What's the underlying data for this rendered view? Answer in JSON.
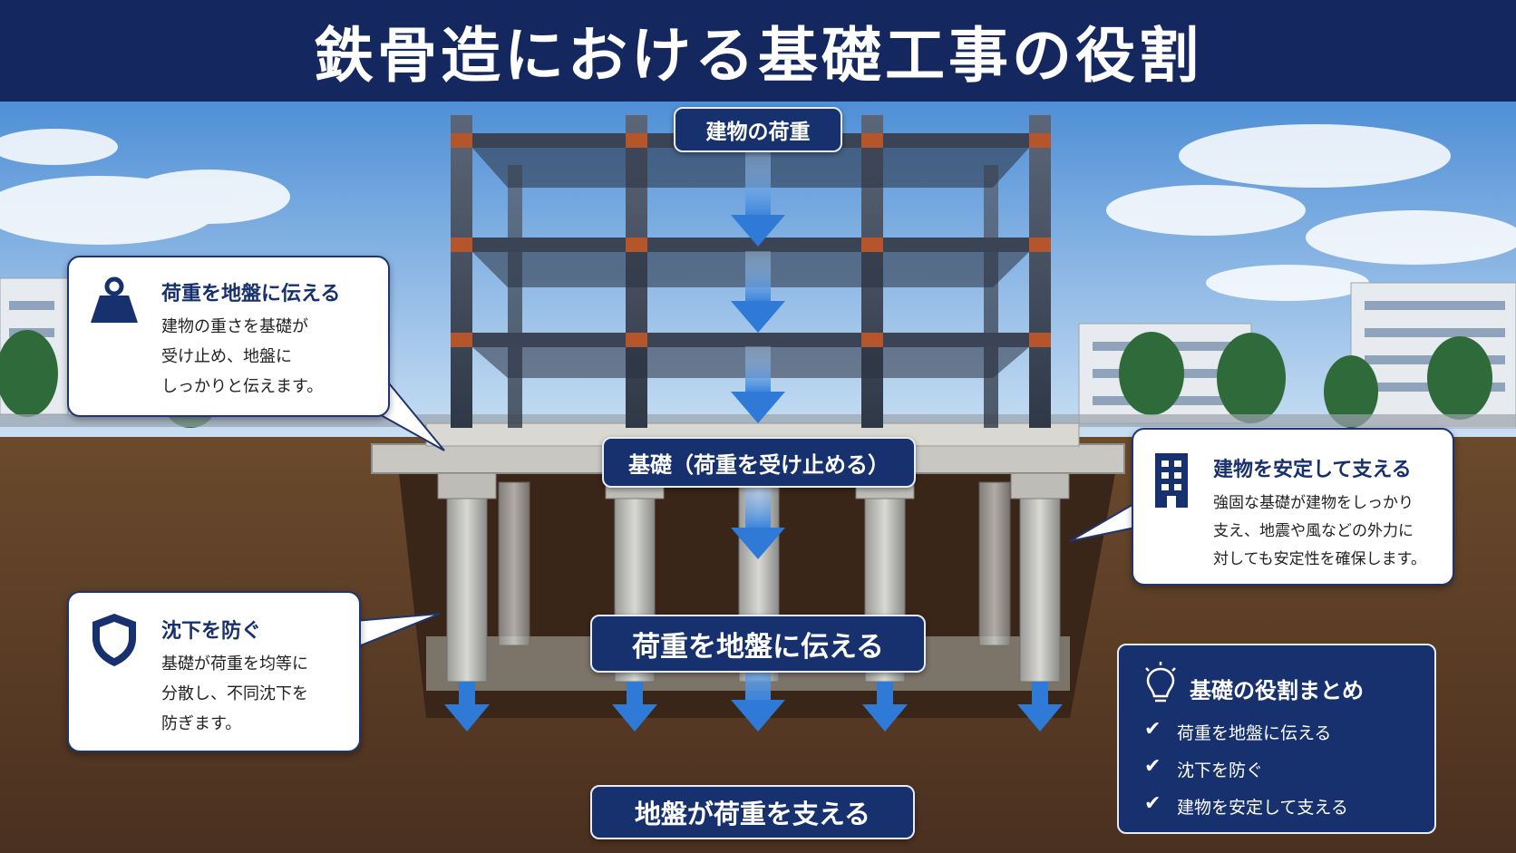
{
  "title": "鉄骨造における基礎工事の役割",
  "flow": {
    "load": "建物の荷重",
    "foundation": "基礎（荷重を受け止める）",
    "transfer": "荷重を地盤に伝える",
    "ground": "地盤が荷重を支える"
  },
  "cards": {
    "transfer": {
      "title": "荷重を地盤に伝える",
      "body": "建物の重さを基礎が\n受け止め、地盤に\nしっかりと伝えます。",
      "icon": "weight-icon"
    },
    "settlement": {
      "title": "沈下を防ぐ",
      "body": "基礎が荷重を均等に\n分散し、不同沈下を\n防ぎます。",
      "icon": "shield-icon"
    },
    "stability": {
      "title": "建物を安定して支える",
      "body": "強固な基礎が建物をしっかり\n支え、地震や風などの外力に\n対しても安定性を確保します。",
      "icon": "building-icon"
    }
  },
  "summary": {
    "title": "基礎の役割まとめ",
    "icon": "lightbulb-icon",
    "items": [
      "荷重を地盤に伝える",
      "沈下を防ぐ",
      "建物を安定して支える"
    ],
    "check": "✔"
  },
  "colors": {
    "navy": "#17306e",
    "arrow": "#2f7ad6",
    "sky": "#7fb3e6",
    "soil": "#5a3b22"
  }
}
